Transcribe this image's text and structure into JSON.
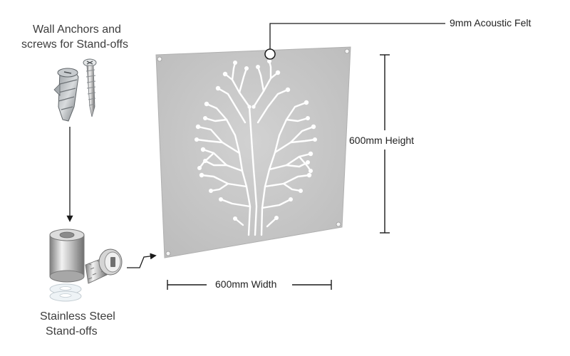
{
  "labels": {
    "anchors_line1": "Wall Anchors and",
    "anchors_line2": "screws for Stand-offs",
    "felt": "9mm Acoustic Felt",
    "height": "600mm Height",
    "width": "600mm Width",
    "standoffs_line1": "Stainless Steel",
    "standoffs_line2": "Stand-offs"
  },
  "colors": {
    "felt_panel": "#c9c9c9",
    "panel_cutout": "#ffffff",
    "metal": "#b8b8b8",
    "line": "#1a1a1a"
  },
  "icons": {
    "anchor": "wall-anchor-icon",
    "screw": "screw-icon",
    "standoff": "standoff-barrel-icon",
    "cap": "standoff-cap-screw-icon"
  }
}
